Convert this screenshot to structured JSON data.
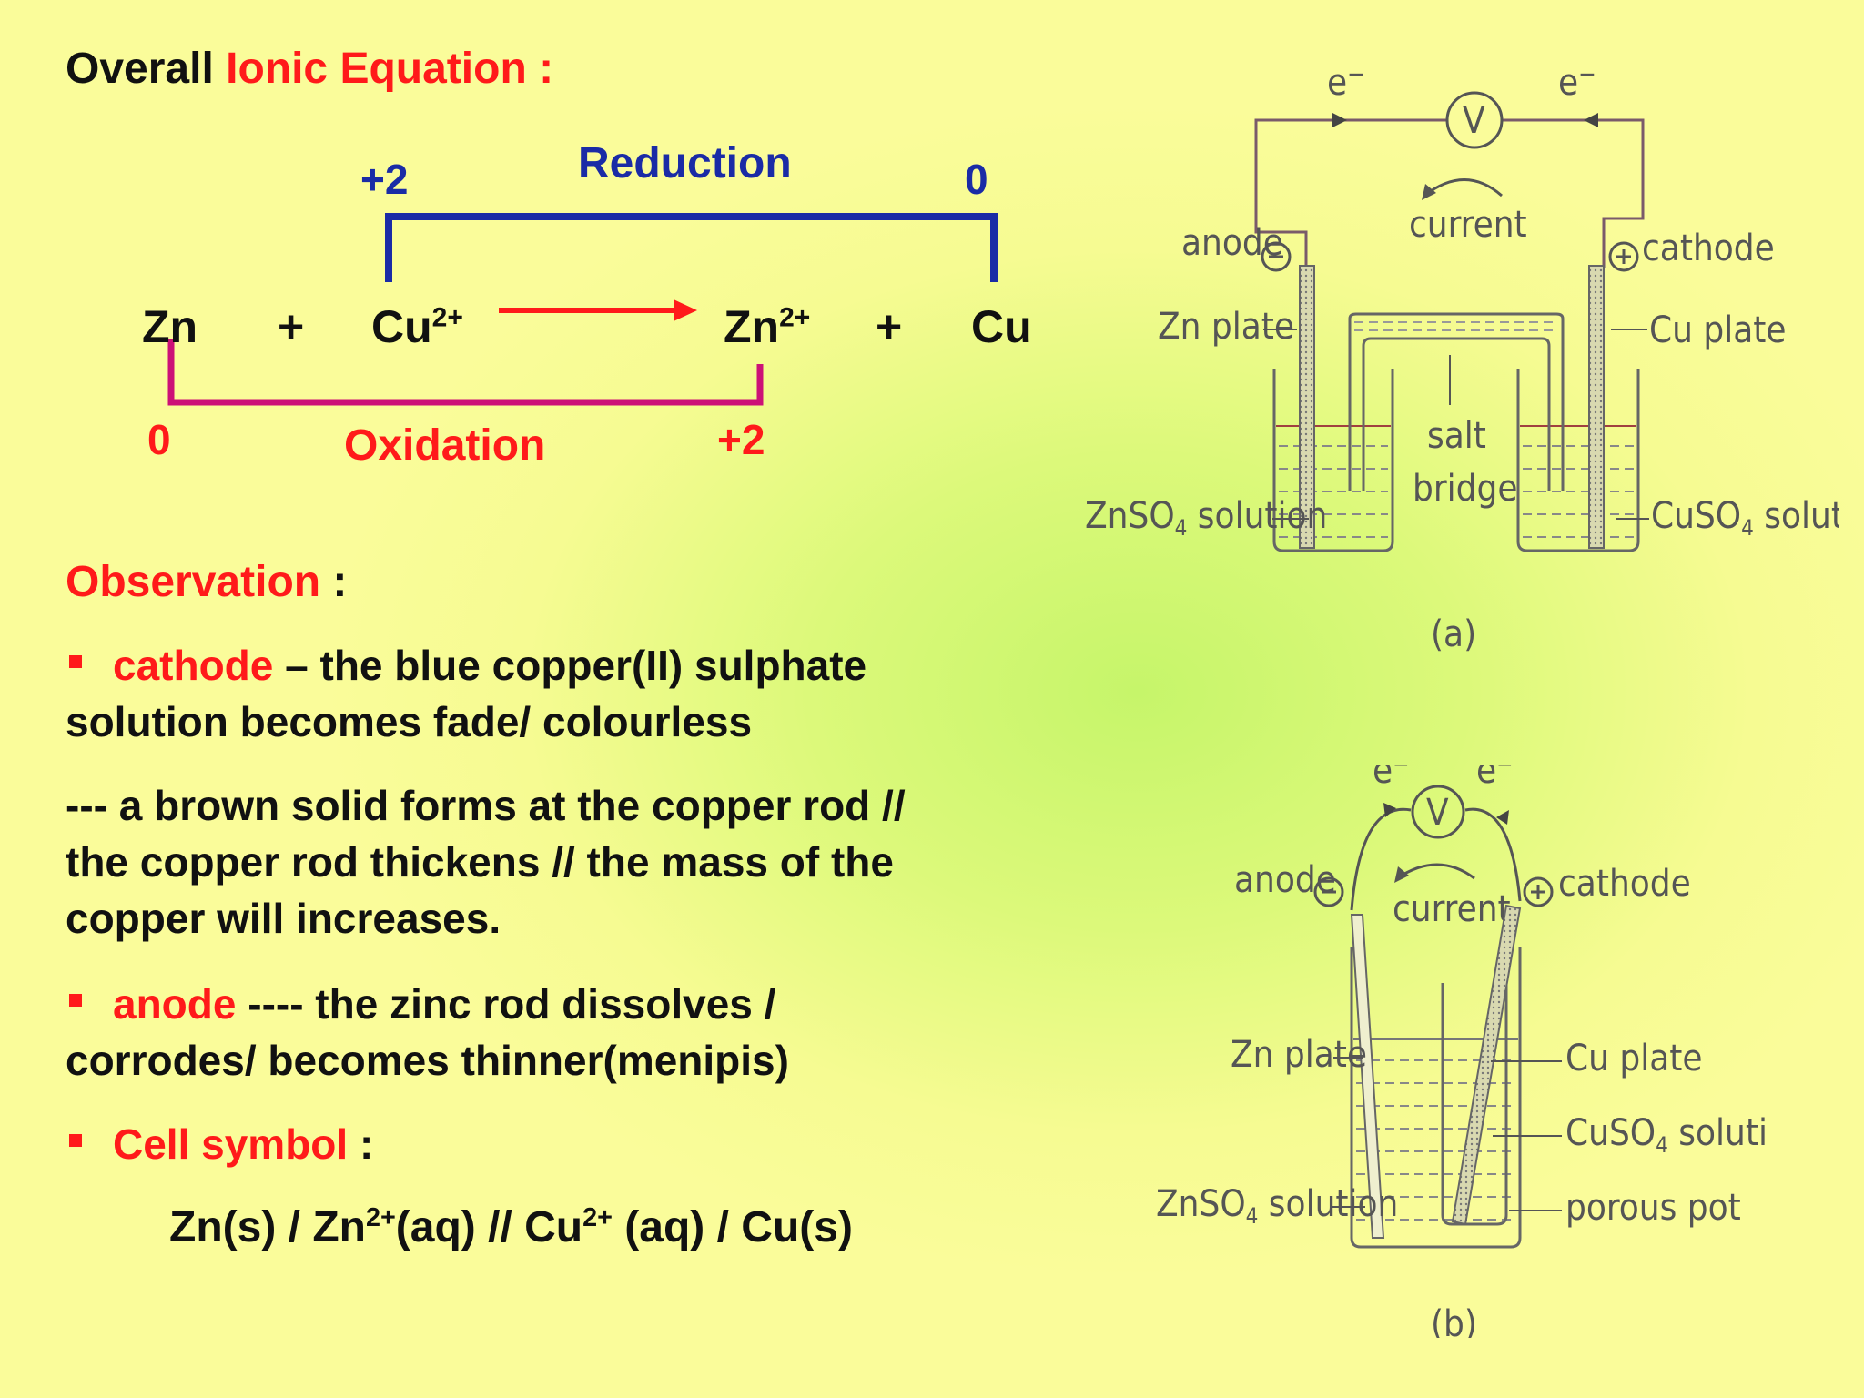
{
  "heading": {
    "part1": "Overall ",
    "part2": "Ionic Equation :"
  },
  "equation": {
    "reactant1": "Zn",
    "plus1": "+",
    "reactant2": "Cu",
    "reactant2_charge": "2+",
    "product1": "Zn",
    "product1_charge": "2+",
    "plus2": "+",
    "product2": "Cu",
    "reduction_label": "Reduction",
    "reduction_from": "+2",
    "reduction_to": "0",
    "oxidation_label": "Oxidation",
    "oxidation_from": "0",
    "oxidation_to": "+2"
  },
  "observation": {
    "title": "Observation",
    "colon": " :",
    "cathode_label": "cathode",
    "cathode_text_a": " – the blue copper(II) sulphate",
    "cathode_text_b": "solution becomes fade/ colourless",
    "copper_line1": "---  a brown solid forms at the copper  rod //",
    "copper_line2": "the copper rod  thickens // the mass of the",
    "copper_line3": "copper will increases.",
    "anode_label": "anode",
    "anode_text_a": " ---- the zinc rod dissolves /",
    "anode_text_b": "corrodes/ becomes thinner(menipis)",
    "cell_label": "Cell symbol",
    "cell_colon": " :",
    "cell_symbol_a": "Zn(s)  /  Zn",
    "cell_symbol_charge1": "2+",
    "cell_symbol_b": "(aq)  //  Cu",
    "cell_symbol_charge2": "2+",
    "cell_symbol_c": "   (aq)  / Cu(s)"
  },
  "diagram_a": {
    "electron_left": "e",
    "electron_right": "e",
    "voltmeter": "V",
    "current": "current",
    "anode": "anode",
    "cathode": "cathode",
    "zn_plate": "Zn plate",
    "cu_plate": "Cu plate",
    "salt": "salt",
    "bridge": "bridge",
    "znso4_pre": "ZnSO",
    "znso4_sub": "4",
    "znso4_post": " solution",
    "cuso4_pre": "CuSO",
    "cuso4_sub": "4",
    "cuso4_post": " solution",
    "caption": "(a)"
  },
  "diagram_b": {
    "electron_left": "e",
    "electron_right": "e",
    "voltmeter": "V",
    "current": "current",
    "anode": "anode",
    "cathode": "cathode",
    "zn_plate": "Zn plate",
    "cu_plate": "Cu plate",
    "cuso4_pre": "CuSO",
    "cuso4_sub": "4",
    "cuso4_post": " solution",
    "znso4_pre": "ZnSO",
    "znso4_sub": "4",
    "znso4_post": " solution",
    "porous_pot": "porous pot",
    "caption": "(b)"
  },
  "colors": {
    "red": "#ff1a1a",
    "blue": "#1a2ba6",
    "magenta": "#cc1177",
    "arrow": "#ff1a1a"
  }
}
